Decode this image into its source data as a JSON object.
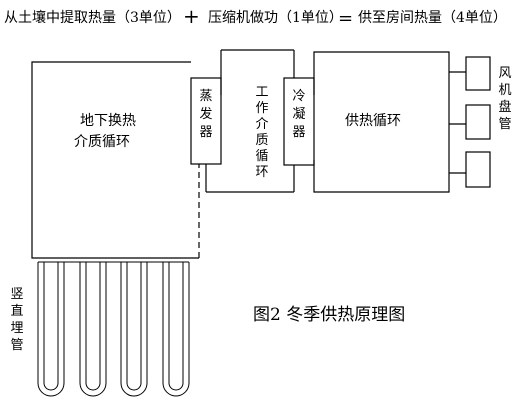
{
  "title": {
    "part1": "从土壤中提取热量（3单位）",
    "plus": "+",
    "part2": "压缩机做功（1单位）",
    "equals": "=",
    "part3": "供至房间热量（4单位）"
  },
  "blocks": {
    "ground_loop": [
      "地下换热",
      "介质循环"
    ],
    "evaporator": [
      "蒸",
      "发",
      "器"
    ],
    "working_loop": [
      "工",
      "作",
      "介",
      "质",
      "循",
      "环"
    ],
    "condenser": [
      "冷",
      "凝",
      "器"
    ],
    "heating_loop": "供热循环",
    "fan_coil": [
      "风",
      "机",
      "盘",
      "管"
    ],
    "vertical_pipe": [
      "竖",
      "直",
      "埋",
      "管"
    ]
  },
  "caption": "图2  冬季供热原理图"
}
